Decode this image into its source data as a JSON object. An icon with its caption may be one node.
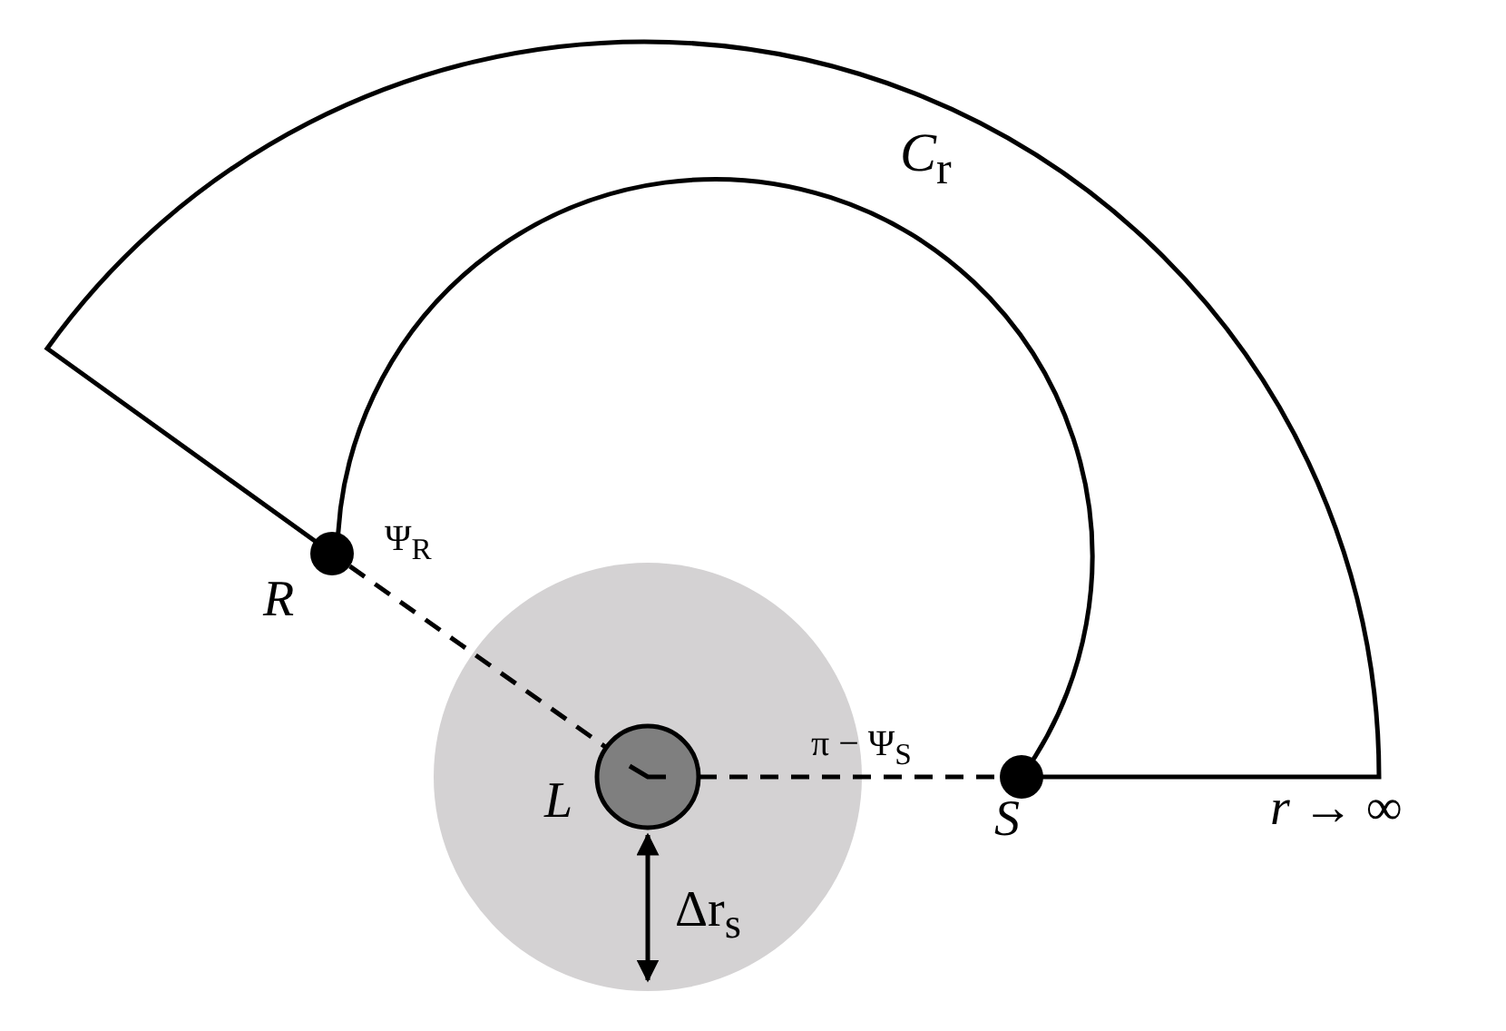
{
  "diagram": {
    "nodes": [
      {
        "text": [
          "R"
        ]
      },
      {
        "text": [
          "L"
        ]
      },
      {
        "text": [
          "S"
        ]
      }
    ],
    "edges": [
      {
        "from": 0,
        "to": 1,
        "arrow": "none",
        "style": "dashed"
      },
      {
        "from": 1,
        "to": 2,
        "arrow": "none",
        "style": "dashed"
      }
    ],
    "labels": [
      "*C*$_{r}$",
      "Ψ$_{R}$",
      "π − Ψ$_{S}$",
      "*r* → ∞",
      "Δr$_{s}$"
    ]
  }
}
